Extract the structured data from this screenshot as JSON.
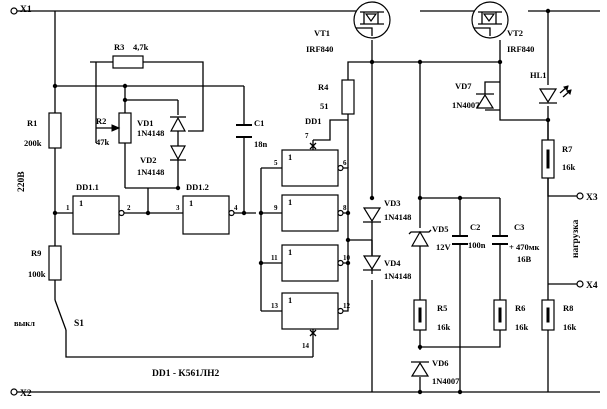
{
  "terminals": {
    "x1": "X1",
    "x2": "X2",
    "x3": "X3",
    "x4": "X4"
  },
  "mains_label": "220B",
  "load_label": "нагрузка",
  "switch": {
    "label": "выкл",
    "ref": "S1"
  },
  "chip_caption": "DD1 - K561ЛН2",
  "chip_ref": "DD1",
  "gates": {
    "dd11": "DD1.1",
    "dd12": "DD1.2",
    "sym": "1"
  },
  "pins": {
    "p1": "1",
    "p2": "2",
    "p3": "3",
    "p4": "4",
    "p5": "5",
    "p6": "6",
    "p7": "7",
    "p8": "8",
    "p9": "9",
    "p10": "10",
    "p11": "11",
    "p12": "12",
    "p13": "13",
    "p14": "14"
  },
  "components": {
    "R1": {
      "ref": "R1",
      "value": "200k"
    },
    "R2": {
      "ref": "R2",
      "value": "47k"
    },
    "R3": {
      "ref": "R3",
      "value": "4,7k"
    },
    "R4": {
      "ref": "R4",
      "value": "51"
    },
    "R5": {
      "ref": "R5",
      "value": "16k"
    },
    "R6": {
      "ref": "R6",
      "value": "16k"
    },
    "R7": {
      "ref": "R7",
      "value": "16k"
    },
    "R8": {
      "ref": "R8",
      "value": "16k"
    },
    "R9": {
      "ref": "R9",
      "value": "100k"
    },
    "C1": {
      "ref": "C1",
      "value": "18n"
    },
    "C2": {
      "ref": "C2",
      "value": "100n"
    },
    "C3": {
      "ref": "C3",
      "value": "+ 470мк",
      "value2": "16B"
    },
    "VD1": {
      "ref": "VD1",
      "value": "1N4148"
    },
    "VD2": {
      "ref": "VD2",
      "value": "1N4148"
    },
    "VD3": {
      "ref": "VD3",
      "value": "1N4148"
    },
    "VD4": {
      "ref": "VD4",
      "value": "1N4148"
    },
    "VD5": {
      "ref": "VD5",
      "value": "12V"
    },
    "VD6": {
      "ref": "VD6",
      "value": "1N4007"
    },
    "VD7": {
      "ref": "VD7",
      "value": "1N4007"
    },
    "VT1": {
      "ref": "VT1",
      "value": "IRF840"
    },
    "VT2": {
      "ref": "VT2",
      "value": "IRF840"
    },
    "HL1": {
      "ref": "HL1"
    }
  }
}
